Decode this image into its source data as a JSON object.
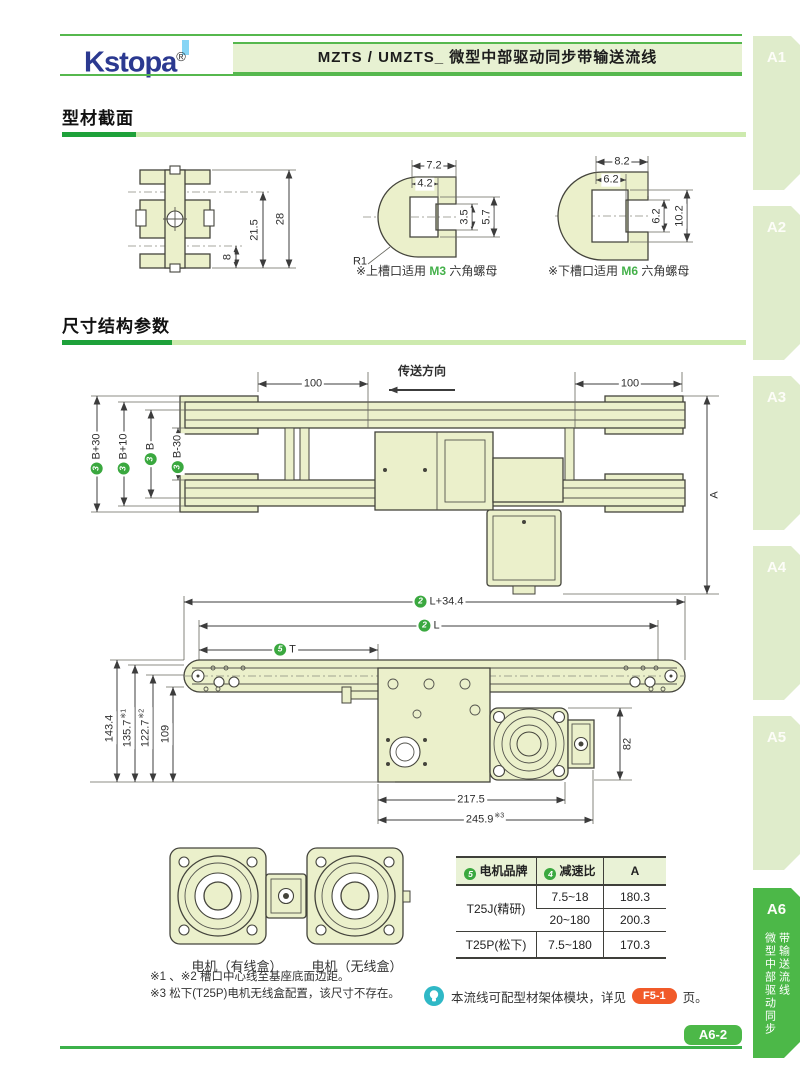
{
  "header": {
    "logo": "Kstopa",
    "reg": "®",
    "title": "MZTS / UMZTS_ 微型中部驱动同步带输送流线"
  },
  "sidebar": {
    "tabs": [
      {
        "label": "A1"
      },
      {
        "label": "A2"
      },
      {
        "label": "A3"
      },
      {
        "label": "A4"
      },
      {
        "label": "A5"
      },
      {
        "label": "A6"
      }
    ],
    "active_sub_left": "微型中部驱动同步",
    "active_sub_right": "带输送流线"
  },
  "section_profile": {
    "title": "型材截面",
    "dims": {
      "h8": "8",
      "h215": "21.5",
      "h28": "28"
    },
    "slot_top": {
      "w_outer": "7.2",
      "w_inner": "4.2",
      "h_inner": "3.5",
      "h_outer": "5.7",
      "radius": "R1",
      "note_prefix": "※上槽口适用 ",
      "note_code": "M3",
      "note_suffix": " 六角螺母"
    },
    "slot_bottom": {
      "w_outer": "8.2",
      "w_inner": "6.2",
      "h_inner": "6.2",
      "h_outer": "10.2",
      "note_prefix": "※下槽口适用 ",
      "note_code": "M6",
      "note_suffix": " 六角螺母"
    }
  },
  "section_dims": {
    "title": "尺寸结构参数",
    "top_view": {
      "dim_left": "100",
      "dim_right": "100",
      "direction": "传送方向",
      "dim_a": "A",
      "b_dims": [
        {
          "badge": "3",
          "label": "B+30"
        },
        {
          "badge": "3",
          "label": "B+10"
        },
        {
          "badge": "3",
          "label": "B"
        },
        {
          "badge": "3",
          "label": "B-30"
        }
      ]
    },
    "side_view": {
      "len_dims": [
        {
          "badge": "2",
          "label": "L+34.4"
        },
        {
          "badge": "2",
          "label": "L"
        },
        {
          "badge": "5",
          "label": "T"
        }
      ],
      "h_dims": [
        {
          "value": "143.4",
          "sup": ""
        },
        {
          "value": "135.7",
          "sup": "※1"
        },
        {
          "value": "122.7",
          "sup": "※2"
        },
        {
          "value": "109",
          "sup": ""
        }
      ],
      "dim_82": "82",
      "dim_217": "217.5",
      "dim_245": {
        "value": "245.9",
        "sup": "※3"
      }
    },
    "motors": [
      {
        "label": "电机（有线盒）"
      },
      {
        "label": "电机（无线盒）"
      }
    ],
    "table": {
      "headers": [
        {
          "badge": "5",
          "label": "电机品牌"
        },
        {
          "badge": "4",
          "label": "减速比"
        },
        {
          "label": "A"
        }
      ],
      "rows": [
        {
          "brand": "T25J(精研)",
          "ratio": "7.5~18",
          "a": "180.3"
        },
        {
          "ratio": "20~180",
          "a": "200.3"
        },
        {
          "brand": "T25P(松下)",
          "ratio": "7.5~180",
          "a": "170.3"
        }
      ]
    },
    "footnotes": [
      "※1 、※2 槽口中心线至基座底面边距。",
      "※3 松下(T25P)电机无线盒配置，该尺寸不存在。"
    ],
    "tip": {
      "text": "本流线可配型材架体模块，详见",
      "page_ref": "F5-1",
      "suffix": "页。"
    }
  },
  "footer": {
    "page": "A6-2"
  },
  "colors": {
    "accent_green": "#4cb848",
    "light_green": "#e7f1d2",
    "line_green": "#56b84e",
    "badge_green": "#3aa83f",
    "orange": "#f15a29",
    "teal": "#2fb8c6",
    "logo_blue": "#2b3990",
    "profile_fill": "#ebf0cb"
  }
}
